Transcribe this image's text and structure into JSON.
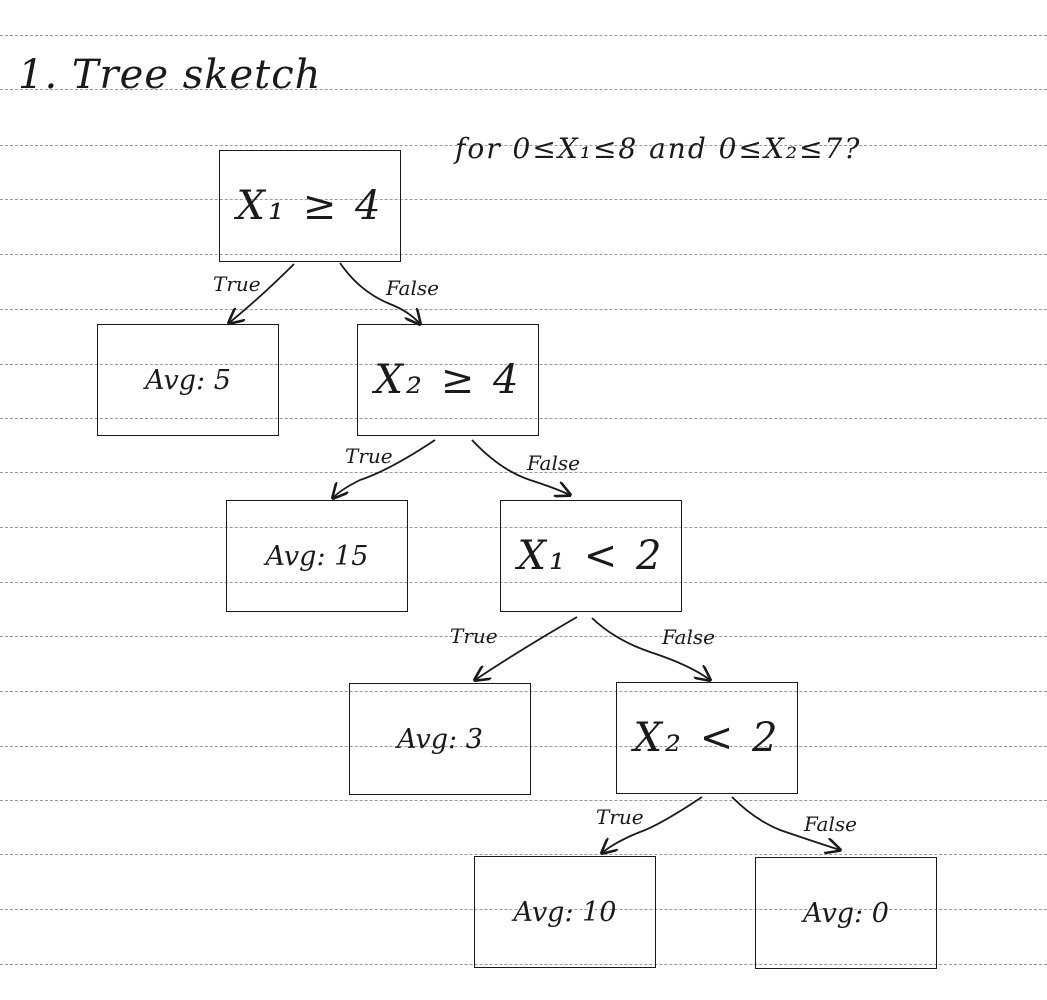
{
  "heading": "1. Tree sketch",
  "domain_note": "for 0≤X₁≤8 and 0≤X₂≤7?",
  "nodes": {
    "root": {
      "text": "X₁ ≥ 4"
    },
    "leaf_a": {
      "text": "Avg: 5"
    },
    "split_b": {
      "text": "X₂ ≥ 4"
    },
    "leaf_b": {
      "text": "Avg: 15"
    },
    "split_c": {
      "text": "X₁ < 2"
    },
    "leaf_c": {
      "text": "Avg: 3"
    },
    "split_d": {
      "text": "X₂ < 2"
    },
    "leaf_d_true": {
      "text": "Avg: 10"
    },
    "leaf_d_false": {
      "text": "Avg: 0"
    }
  },
  "edge_labels": {
    "true": "True",
    "false": "False"
  }
}
